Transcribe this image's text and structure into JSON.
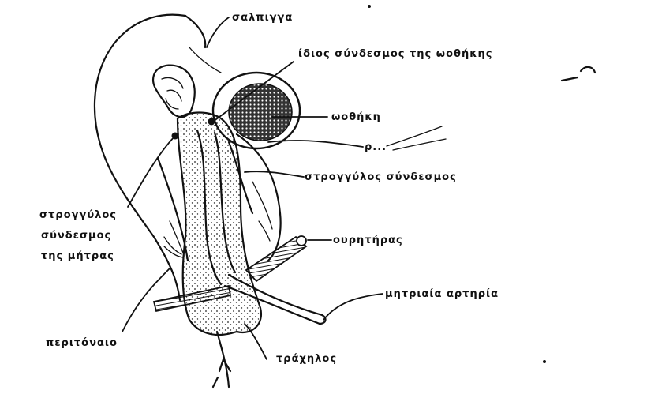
{
  "labels": {
    "salpinx": "σαλπιγγα",
    "ovarian_ligament": "ίδιος σύνδεσμος της ωοθήκης",
    "ovary": "ωοθήκη",
    "broad_ligament_top": "ρ...",
    "round_ligament": "στρογγύλος σύνδεσμος",
    "round_ligaments_uterus_1": "στρογγύλος",
    "round_ligaments_uterus_2": "σύνδεσμος",
    "round_ligaments_uterus_3": "της μήτρας",
    "ureter": "ουρητήρας",
    "uterine_artery": "μητριαία αρτηρία",
    "peritoneum": "περιτόναιο",
    "cervix": "τράχηλος"
  }
}
